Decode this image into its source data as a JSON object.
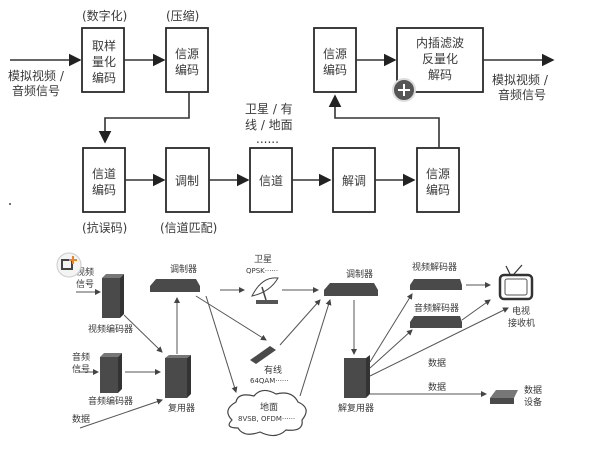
{
  "top_diagram": {
    "input_label": [
      "模拟视频 /",
      "音频信号"
    ],
    "output_label": [
      "模拟视频 /",
      "音频信号"
    ],
    "channel_label": [
      "卫星 / 有",
      "线 / 地面",
      "......"
    ],
    "blocks": [
      {
        "id": "sampling",
        "lines": [
          "取样",
          "量化",
          "编码"
        ],
        "caption": "(数字化)"
      },
      {
        "id": "source-encode",
        "lines": [
          "信源",
          "编码"
        ],
        "caption": "(压缩)"
      },
      {
        "id": "channel-encode",
        "lines": [
          "信道",
          "编码"
        ],
        "caption": "(抗误码)"
      },
      {
        "id": "modulate",
        "lines": [
          "调制"
        ],
        "caption": "(信道匹配)"
      },
      {
        "id": "channel",
        "lines": [
          "信道"
        ],
        "caption": ""
      },
      {
        "id": "demodulate",
        "lines": [
          "解调"
        ],
        "caption": ""
      },
      {
        "id": "source-decode-lower",
        "lines": [
          "信源",
          "编码"
        ],
        "caption": ""
      },
      {
        "id": "source-decode-upper",
        "lines": [
          "信源",
          "编码"
        ],
        "caption": ""
      },
      {
        "id": "interp",
        "lines": [
          "内插滤波",
          "反量化",
          "解码"
        ],
        "caption": ""
      }
    ]
  },
  "bottom_diagram": {
    "video_in": [
      "视频",
      "信号"
    ],
    "video_encoder": "视频编码器",
    "audio_in": [
      "音频",
      "信号"
    ],
    "audio_encoder": "音频编码器",
    "data_in": "数据",
    "mux": "复用器",
    "modulator_tx": "调制器",
    "satellite": [
      "卫星",
      "QPSK······"
    ],
    "cable": [
      "有线",
      "64QAM······"
    ],
    "terrestrial": [
      "地面",
      "8VSB, OFDM······"
    ],
    "modulator_rx": "调制器",
    "demux": "解复用器",
    "video_decoder": "视频解码器",
    "audio_decoder": "音频解码器",
    "tv": [
      "电视",
      "接收机"
    ],
    "data_out_1": "数据",
    "data_out_2": "数据",
    "data_device": [
      "数据",
      "设备"
    ]
  },
  "overlay": {
    "zoom_in_icon": "+",
    "add_icon": "+"
  }
}
